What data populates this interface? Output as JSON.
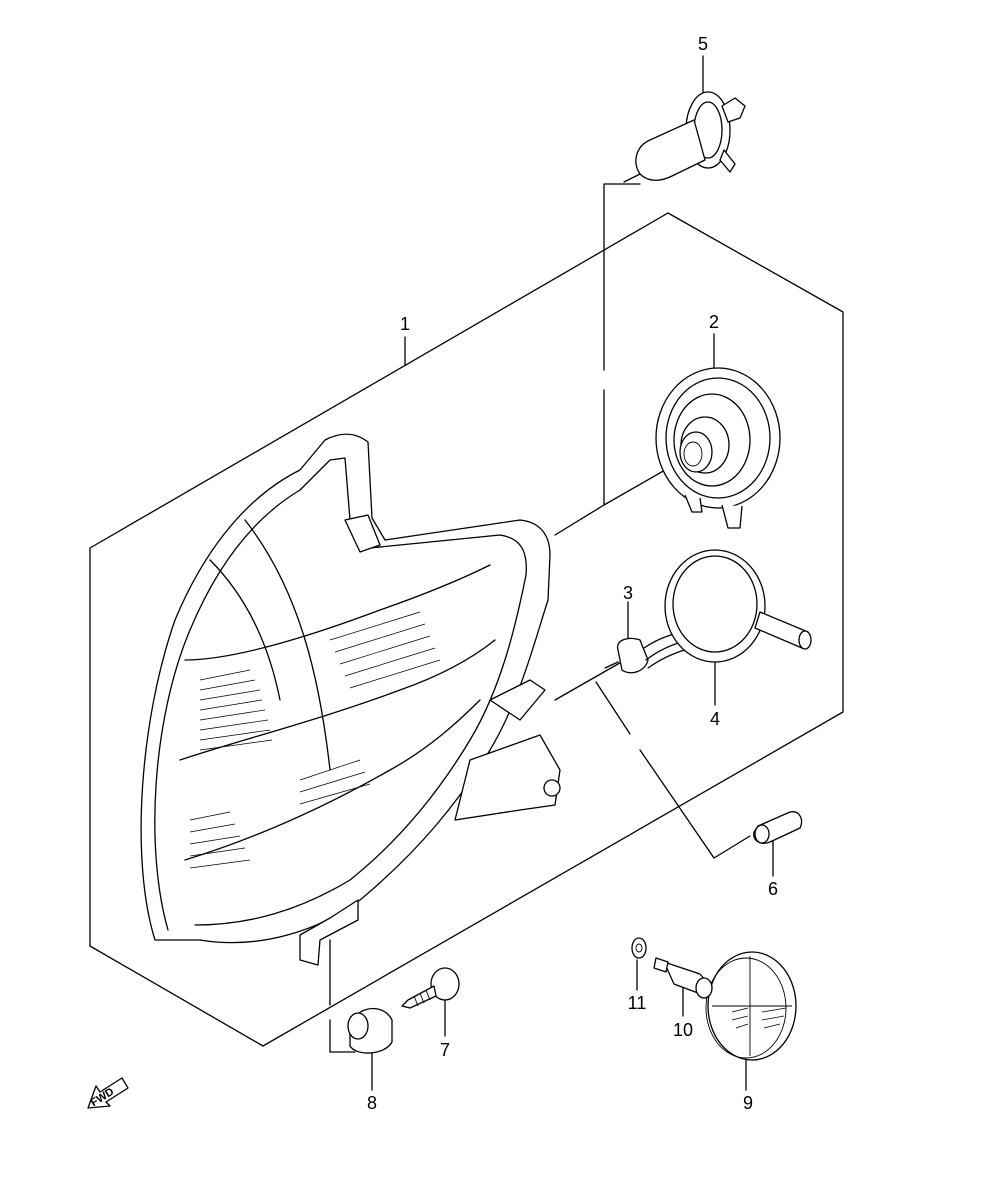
{
  "parts": [
    {
      "key": "p1",
      "label": "1"
    },
    {
      "key": "p2",
      "label": "2"
    },
    {
      "key": "p3",
      "label": "3"
    },
    {
      "key": "p4",
      "label": "4"
    },
    {
      "key": "p5",
      "label": "5"
    },
    {
      "key": "p6",
      "label": "6"
    },
    {
      "key": "p7",
      "label": "7"
    },
    {
      "key": "p8",
      "label": "8"
    },
    {
      "key": "p9",
      "label": "9"
    },
    {
      "key": "p10",
      "label": "10"
    },
    {
      "key": "p11",
      "label": "11"
    }
  ],
  "direction_arrow": {
    "text": "FWD"
  }
}
